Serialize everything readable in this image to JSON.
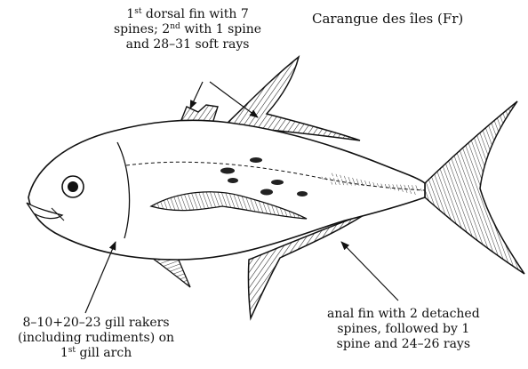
{
  "common_name": {
    "text": "Carangue des îles (Fr)"
  },
  "dorsal_label": {
    "l1_a": "1",
    "l1_sup": "st",
    "l1_b": " dorsal fin with 7",
    "l2_a": "spines; 2",
    "l2_sup": "nd",
    "l2_b": " with 1 spine",
    "l3": "and 28–31 soft rays"
  },
  "gill_label": {
    "l1": "8–10+20–23 gill rakers",
    "l2": "(including rudiments) on",
    "l3_a": "1",
    "l3_sup": "st",
    "l3_b": " gill arch"
  },
  "anal_label": {
    "l1": "anal fin with 2 detached",
    "l2": "spines, followed by 1",
    "l3": "spine and 24–26 rays"
  },
  "colors": {
    "ink": "#111111",
    "background": "#ffffff"
  }
}
